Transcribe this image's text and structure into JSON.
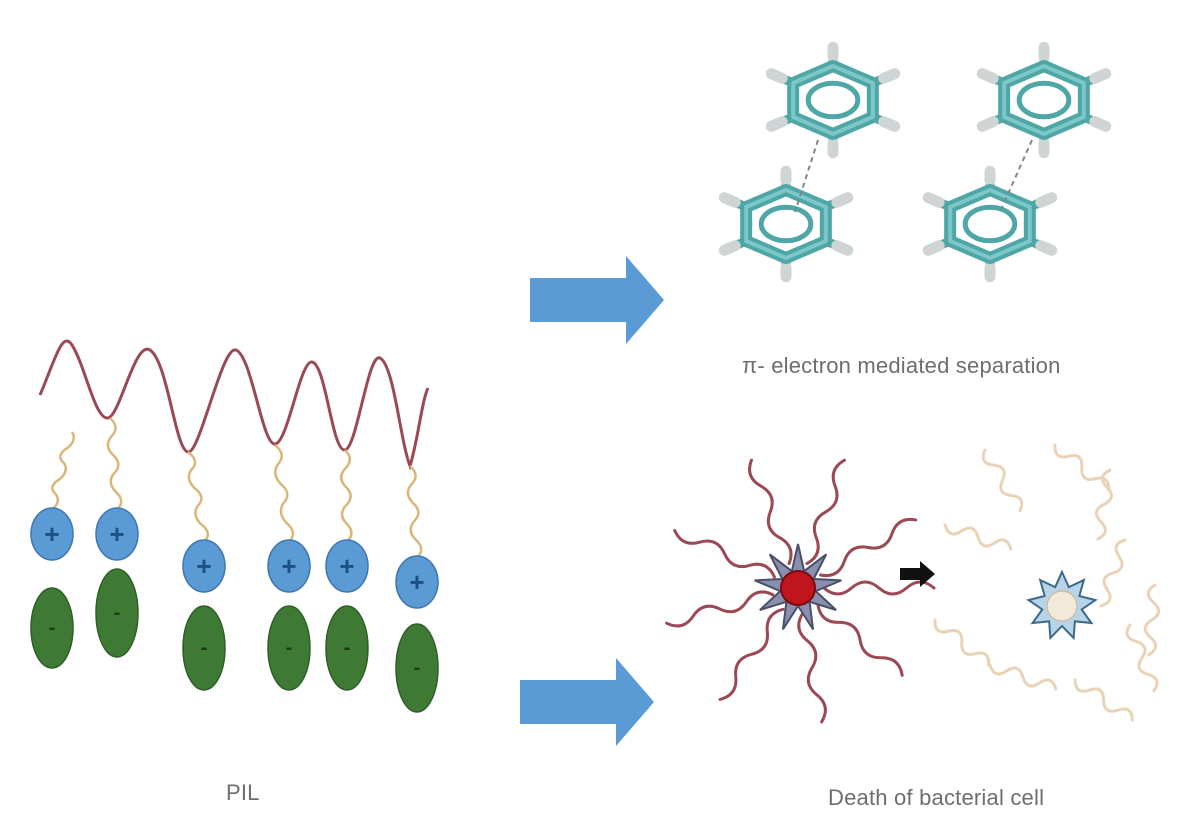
{
  "labels": {
    "pil": "PIL",
    "pi_separation": "π- electron mediated separation",
    "bacterial_death": "Death of bacterial cell"
  },
  "ion_pairs": {
    "cation_symbol": "+",
    "anion_symbol": "-"
  },
  "colors": {
    "background": "#ffffff",
    "polymer_backbone": "#9b4a55",
    "spacer_chain": "#d8b87a",
    "cation": "#5b9bd5",
    "cation_outline": "#3f78b0",
    "anion": "#3f7a35",
    "anion_outline": "#2f5f28",
    "arrow": "#5b9bd5",
    "benzene_carbon": "#4fa6a6",
    "benzene_hydrogen": "#cfd4d4",
    "bacterium_core": "#c0151d",
    "dead_bacterium_core": "#f2ead8",
    "dead_chain": "#ead2b6",
    "label_text": "#6e6e6e"
  },
  "icons": {
    "cation": "plus-circle-icon",
    "anion": "minus-ellipse-icon",
    "process_arrow": "block-arrow-right-icon",
    "transition_arrow": "small-arrow-right-icon"
  }
}
